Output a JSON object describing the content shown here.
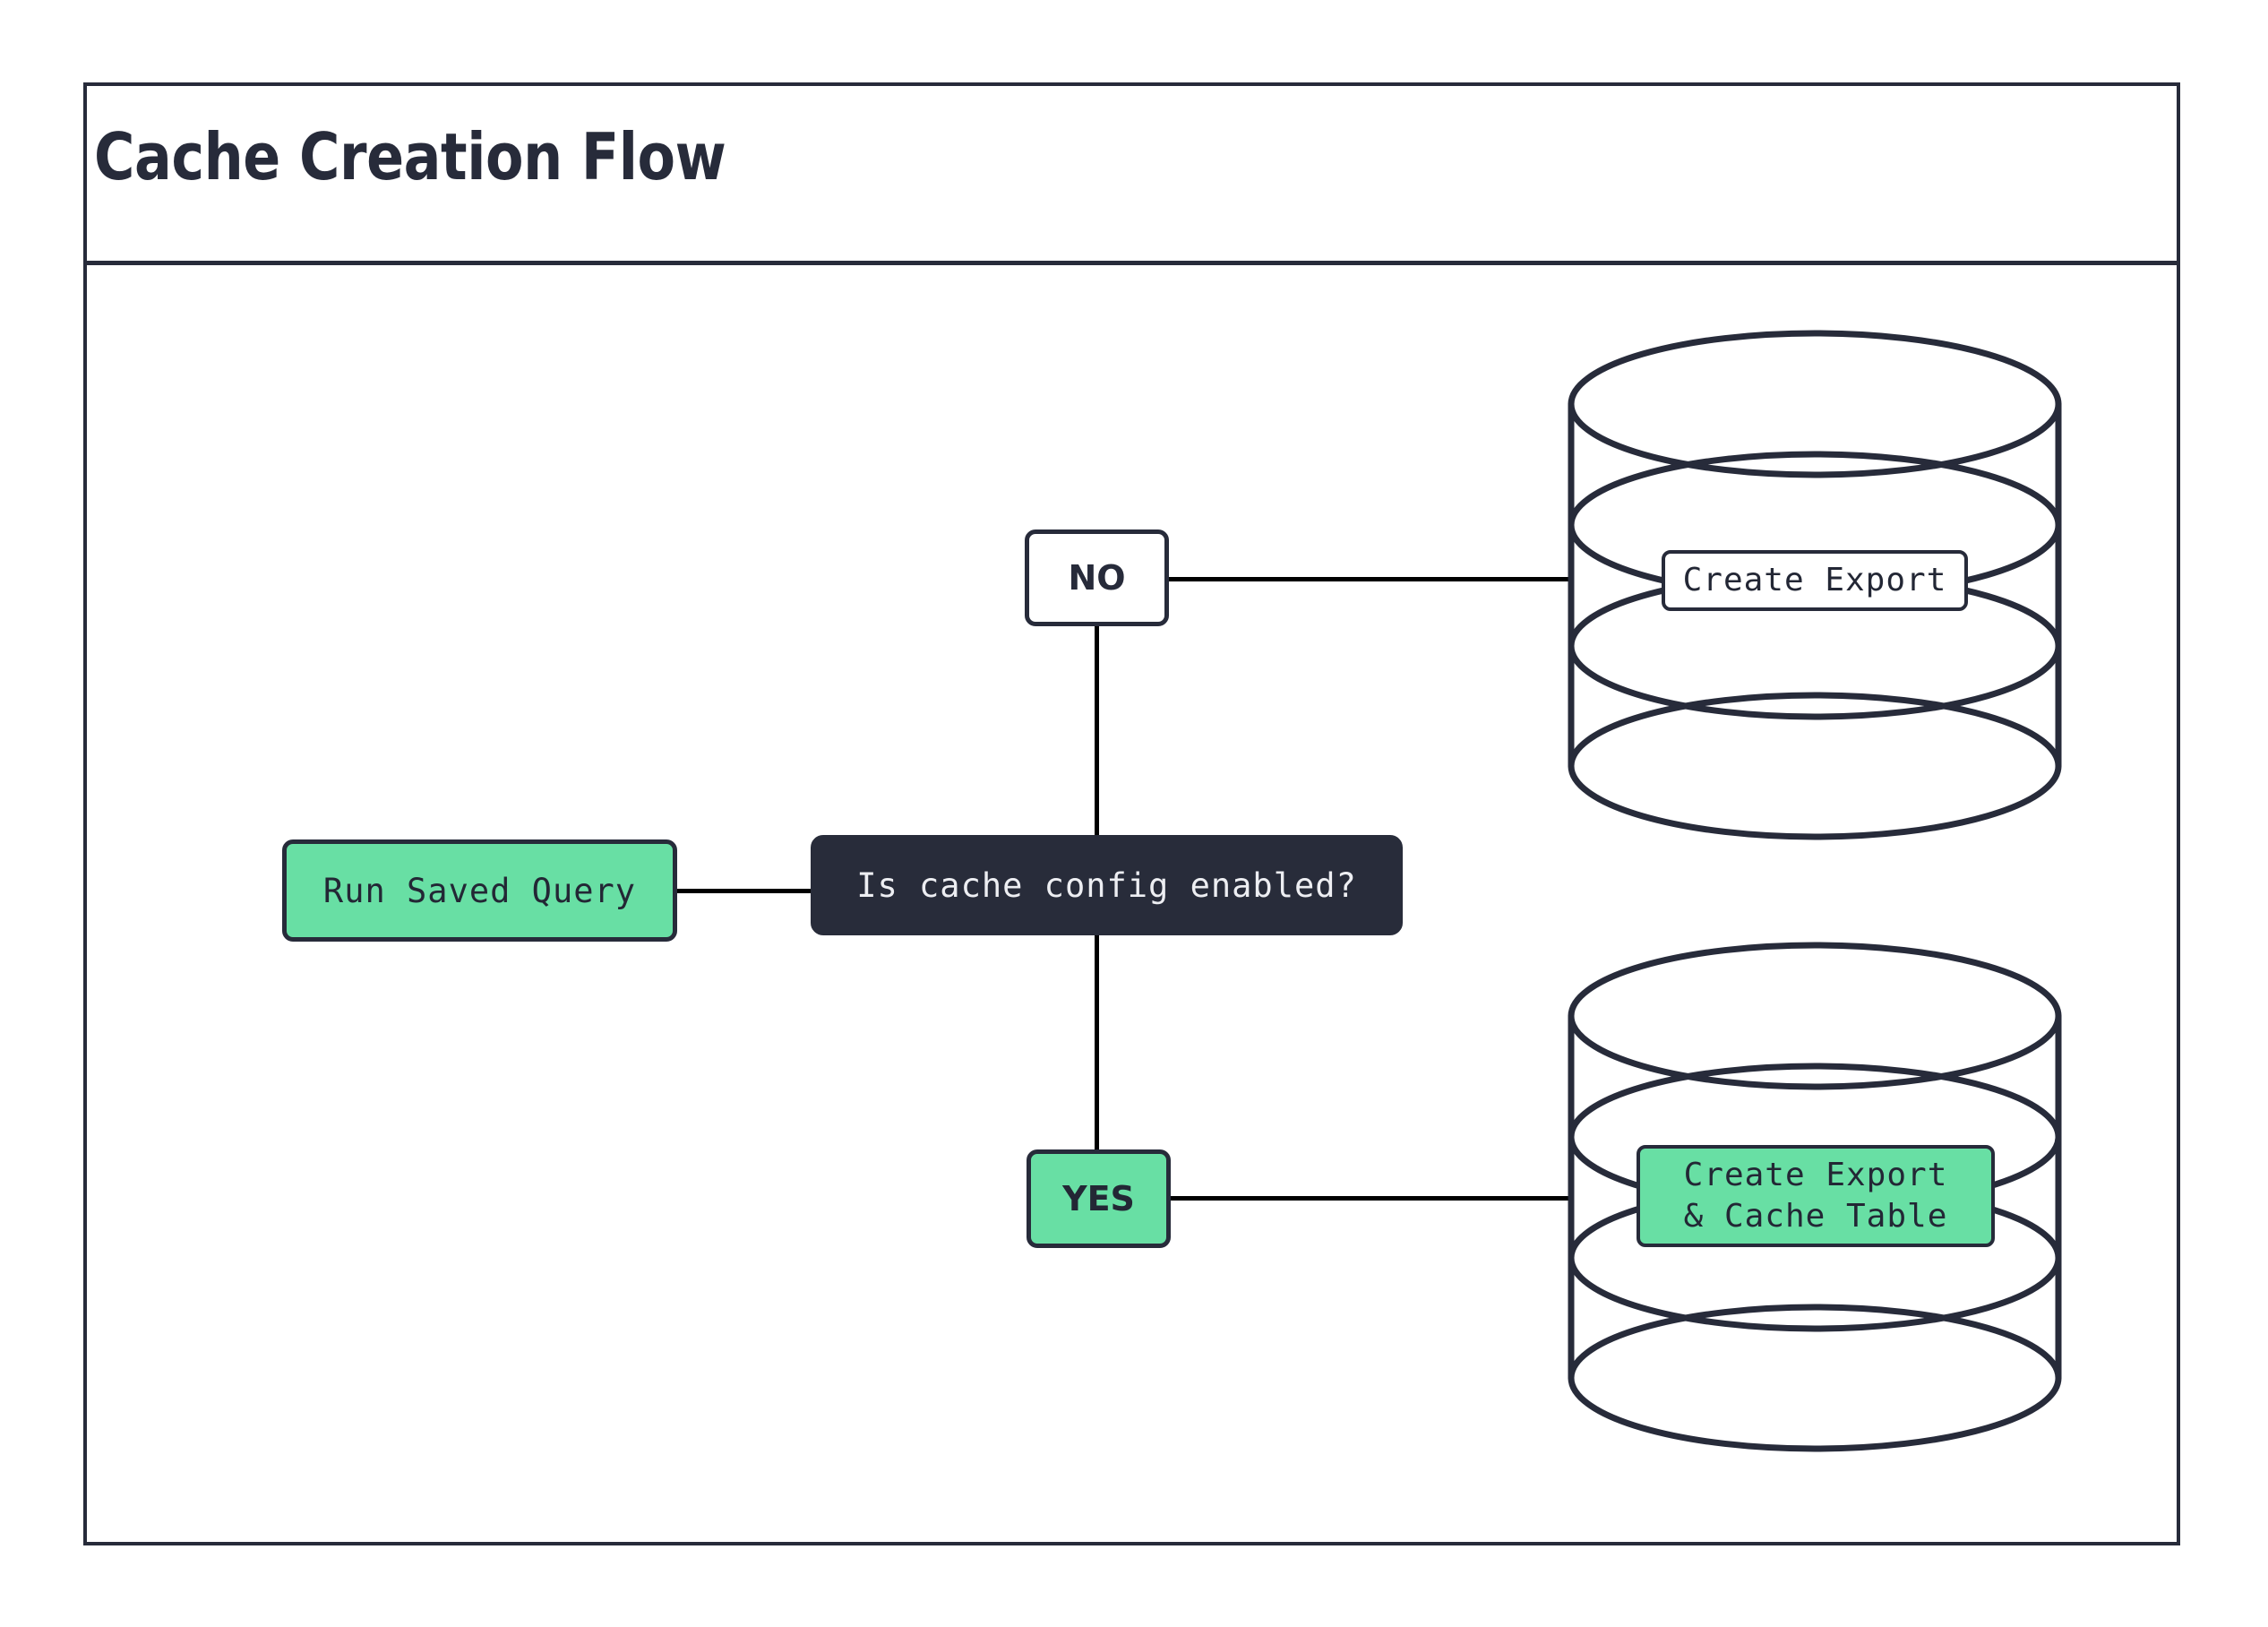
{
  "diagram": {
    "title": "Cache Creation Flow",
    "background_color": "#ffffff",
    "frame_color": "#272B3A",
    "accent_green": "#68DFA4",
    "dark_fill": "#282C3A",
    "edge_color": "#000000"
  },
  "nodes": {
    "run_saved_query": {
      "label": "Run Saved Query",
      "shape": "rounded-rect",
      "fill": "#68DFA4",
      "text_color": "#232735"
    },
    "decision": {
      "label": "Is cache config enabled?",
      "shape": "rounded-rect",
      "fill": "#282C3A",
      "text_color": "#EDEEF2"
    },
    "label_no": {
      "label": "NO",
      "shape": "rounded-rect",
      "fill": "#FFFFFF",
      "text_color": "#272B3A"
    },
    "label_yes": {
      "label": "YES",
      "shape": "rounded-rect",
      "fill": "#68DFA4",
      "text_color": "#232735"
    },
    "database_top": {
      "shape": "cylinder",
      "label": "Create Export",
      "label_fill": "#FFFFFF",
      "text_color": "#232735"
    },
    "database_bottom": {
      "shape": "cylinder",
      "label_line1": "Create Export",
      "label_line2": "& Cache Table",
      "label_fill": "#68DFA4",
      "text_color": "#232735"
    }
  },
  "edges": [
    {
      "from": "run_saved_query",
      "to": "decision",
      "orientation": "horizontal"
    },
    {
      "from": "decision",
      "to": "label_no",
      "orientation": "vertical"
    },
    {
      "from": "decision",
      "to": "label_yes",
      "orientation": "vertical"
    },
    {
      "from": "label_no",
      "to": "database_top",
      "orientation": "horizontal"
    },
    {
      "from": "label_yes",
      "to": "database_bottom",
      "orientation": "horizontal"
    }
  ]
}
